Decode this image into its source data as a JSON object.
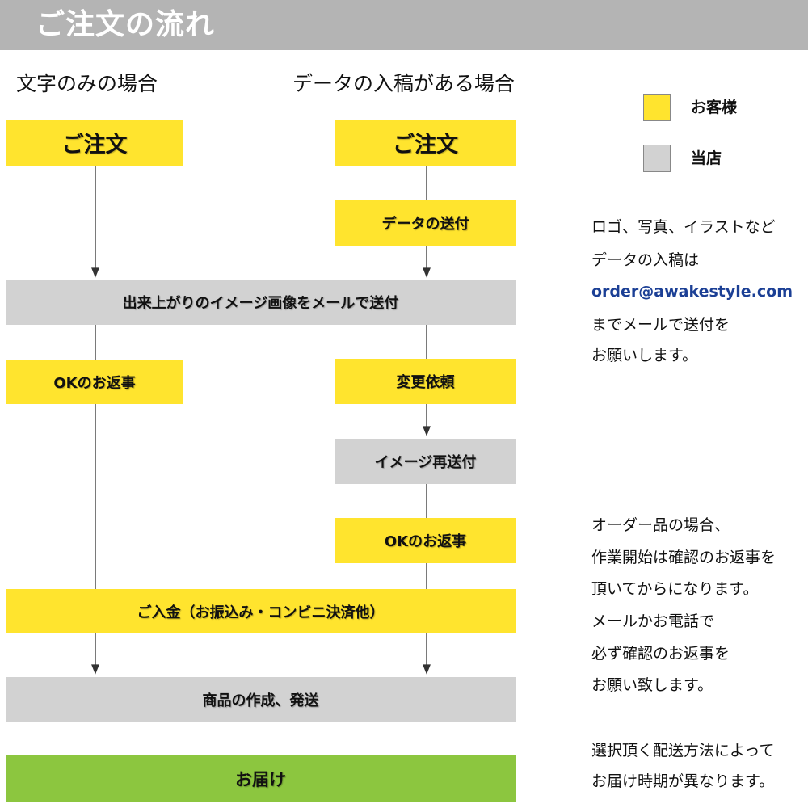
{
  "header": {
    "title": "ご注文の流れ"
  },
  "columns": {
    "left_title": "文字のみの場合",
    "right_title": "データの入稿がある場合"
  },
  "boxes": {
    "order_left": "ご注文",
    "order_right": "ご注文",
    "data_send": "データの送付",
    "image_mail": "出来上がりのイメージ画像をメールで送付",
    "ok_left": "OKのお返事",
    "change_request": "変更依頼",
    "image_resend": "イメージ再送付",
    "ok_right": "OKのお返事",
    "payment": "ご入金（お振込み・コンビニ決済他）",
    "production": "商品の作成、発送",
    "delivery": "お届け"
  },
  "legend": {
    "customer": {
      "label": "お客様",
      "color": "#ffe42e"
    },
    "shop": {
      "label": "当店",
      "color": "#d2d2d2"
    }
  },
  "notes": {
    "data_submission": {
      "line1": "ロゴ、写真、イラストなど",
      "line2": "データの入稿は",
      "email": "order@awakestyle.com",
      "line4": "までメールで送付を",
      "line5": "お願いします。"
    },
    "custom_order": {
      "line1": "オーダー品の場合、",
      "line2": "作業開始は確認のお返事を",
      "line3": "頂いてからになります。",
      "line4": "メールかお電話で",
      "line5": "必ず確認のお返事を",
      "line6": "お願い致します。"
    },
    "shipping": {
      "line1": "選択頂く配送方法によって",
      "line2": "お届け時期が異なります。"
    }
  },
  "colors": {
    "customer": "#ffe42e",
    "shop": "#d2d2d2",
    "delivery": "#8cc63f",
    "header": "#b4b4b4",
    "email": "#1b3f95"
  }
}
